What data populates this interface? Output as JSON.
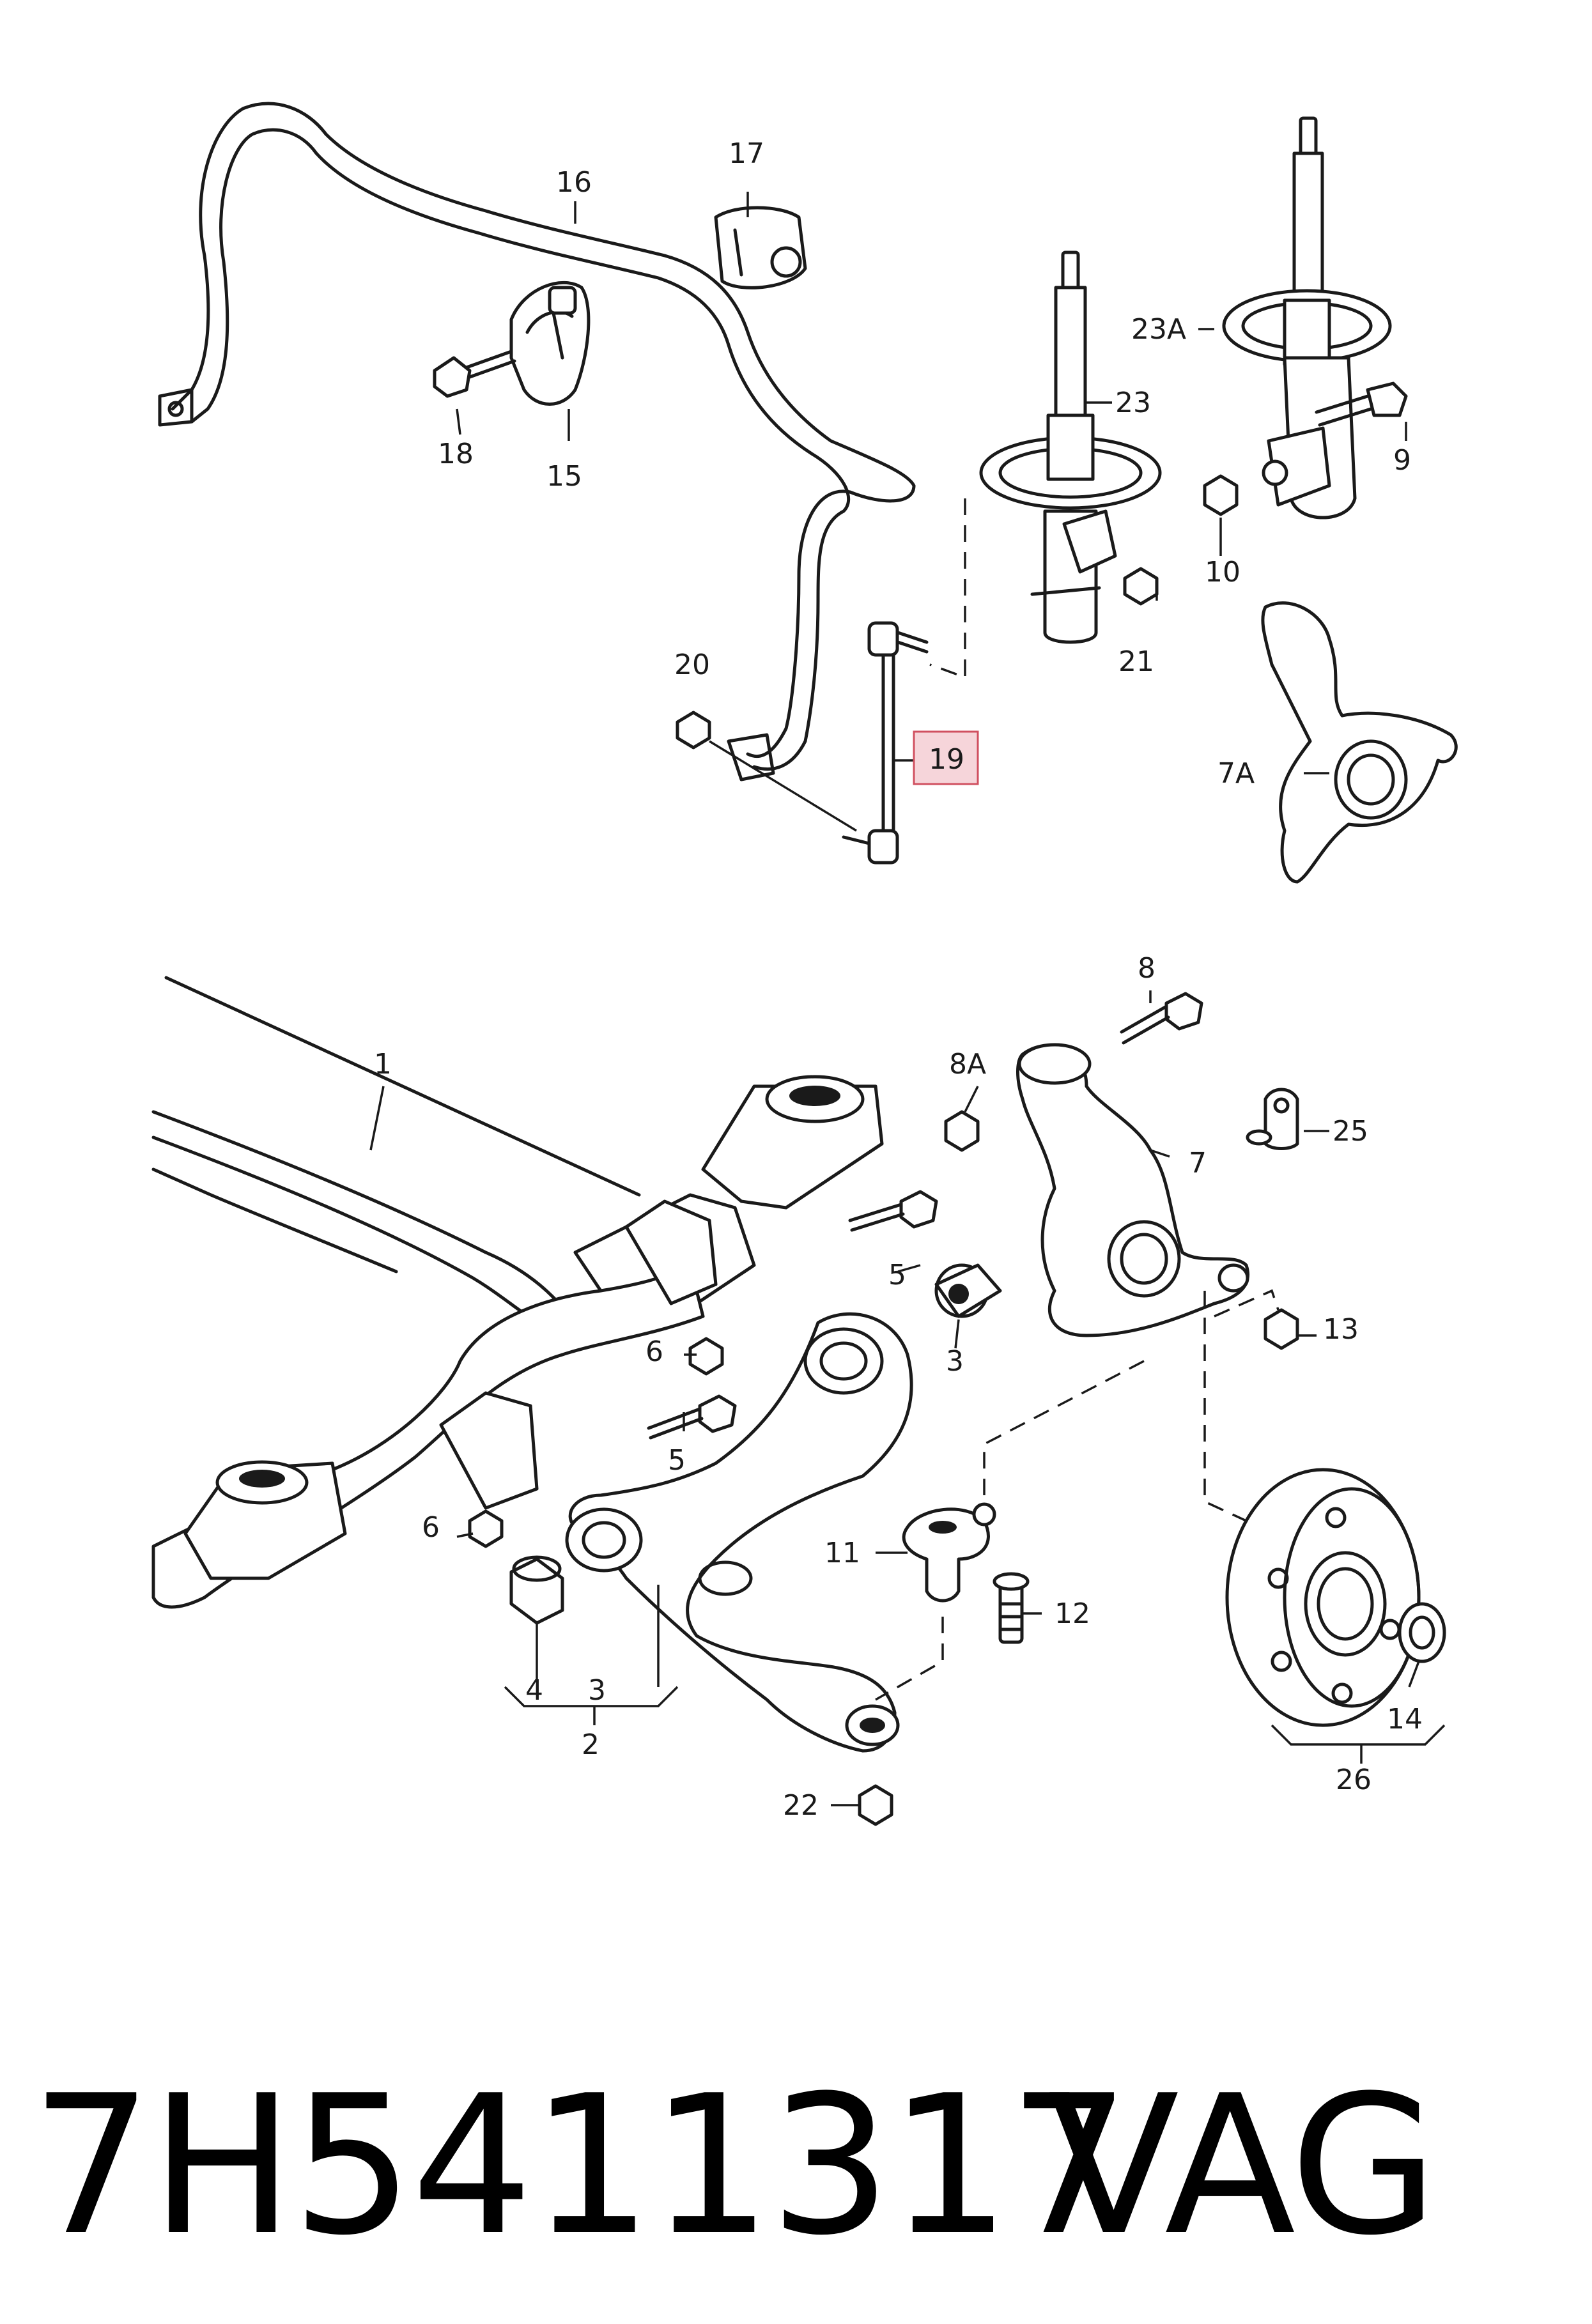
{
  "diagram": {
    "callouts": [
      "1",
      "2",
      "3",
      "3",
      "4",
      "5",
      "5",
      "6",
      "6",
      "7",
      "7A",
      "8",
      "8A",
      "9",
      "10",
      "11",
      "12",
      "13",
      "14",
      "15",
      "16",
      "17",
      "18",
      "19",
      "20",
      "21",
      "22",
      "23",
      "23A",
      "25",
      "26"
    ],
    "highlighted_callout": "19",
    "colors": {
      "ink": "#1a1a1a",
      "highlight_fill": "#f6d5da",
      "highlight_stroke": "#d05060"
    }
  },
  "footer": {
    "part_number": "7H5411317",
    "brand": "VAG"
  }
}
